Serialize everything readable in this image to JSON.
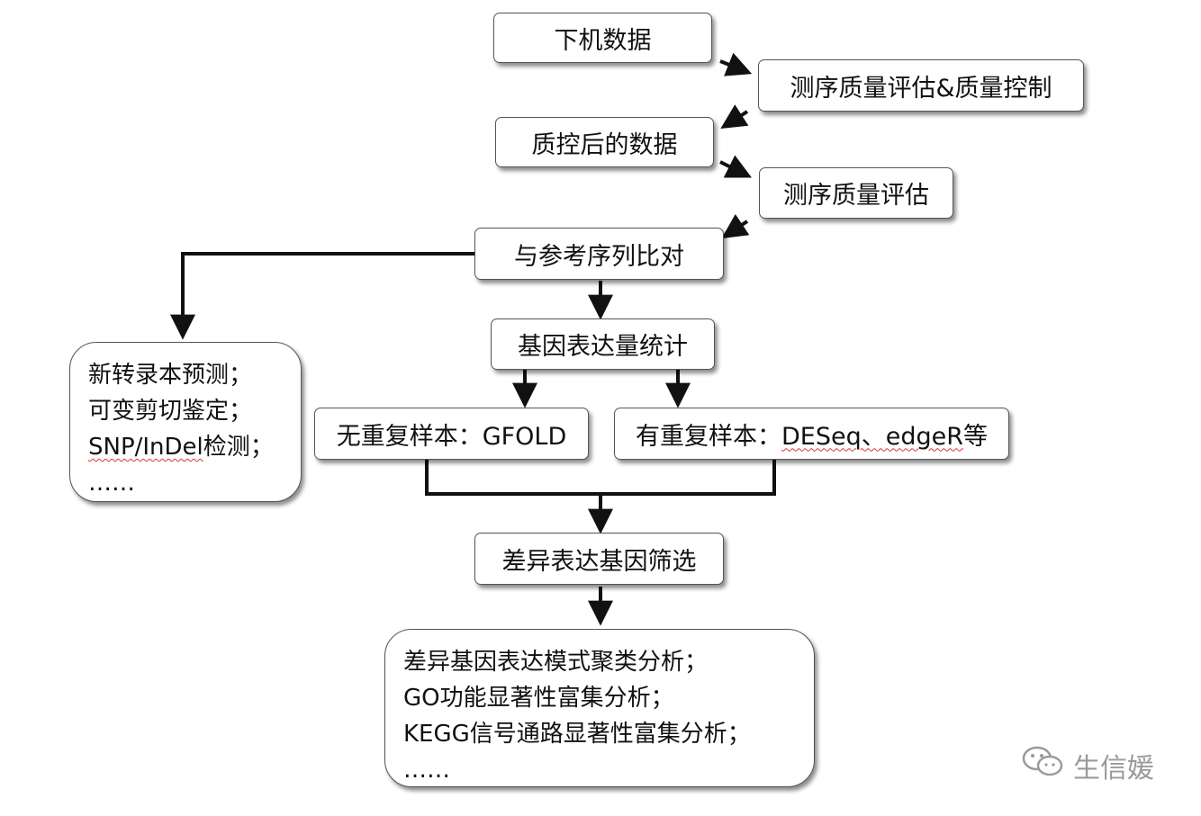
{
  "nodes": {
    "raw_data": "下机数据",
    "qc_assess_control": "测序质量评估&质量控制",
    "clean_data": "质控后的数据",
    "qc_assess": "测序质量评估",
    "align": "与参考序列比对",
    "expr_stats": "基因表达量统计",
    "no_replicate": "无重复样本：GFOLD",
    "with_replicate_prefix": "有重复样本：",
    "with_replicate_tools": "DESeq、edgeR",
    "with_replicate_suffix": "等",
    "deg_screen": "差异表达基因筛选"
  },
  "side_box": {
    "line1": "新转录本预测；",
    "line2": "可变剪切鉴定；",
    "line3_snp": "SNP/InDel",
    "line3_rest": "检测；",
    "line4": "……"
  },
  "analysis_box": {
    "line1": "差异基因表达模式聚类分析；",
    "line2": "GO功能显著性富集分析；",
    "line3": "KEGG信号通路显著性富集分析；",
    "line4": "……"
  },
  "watermark": {
    "text": "生信媛",
    "icon": "wechat-icon"
  }
}
